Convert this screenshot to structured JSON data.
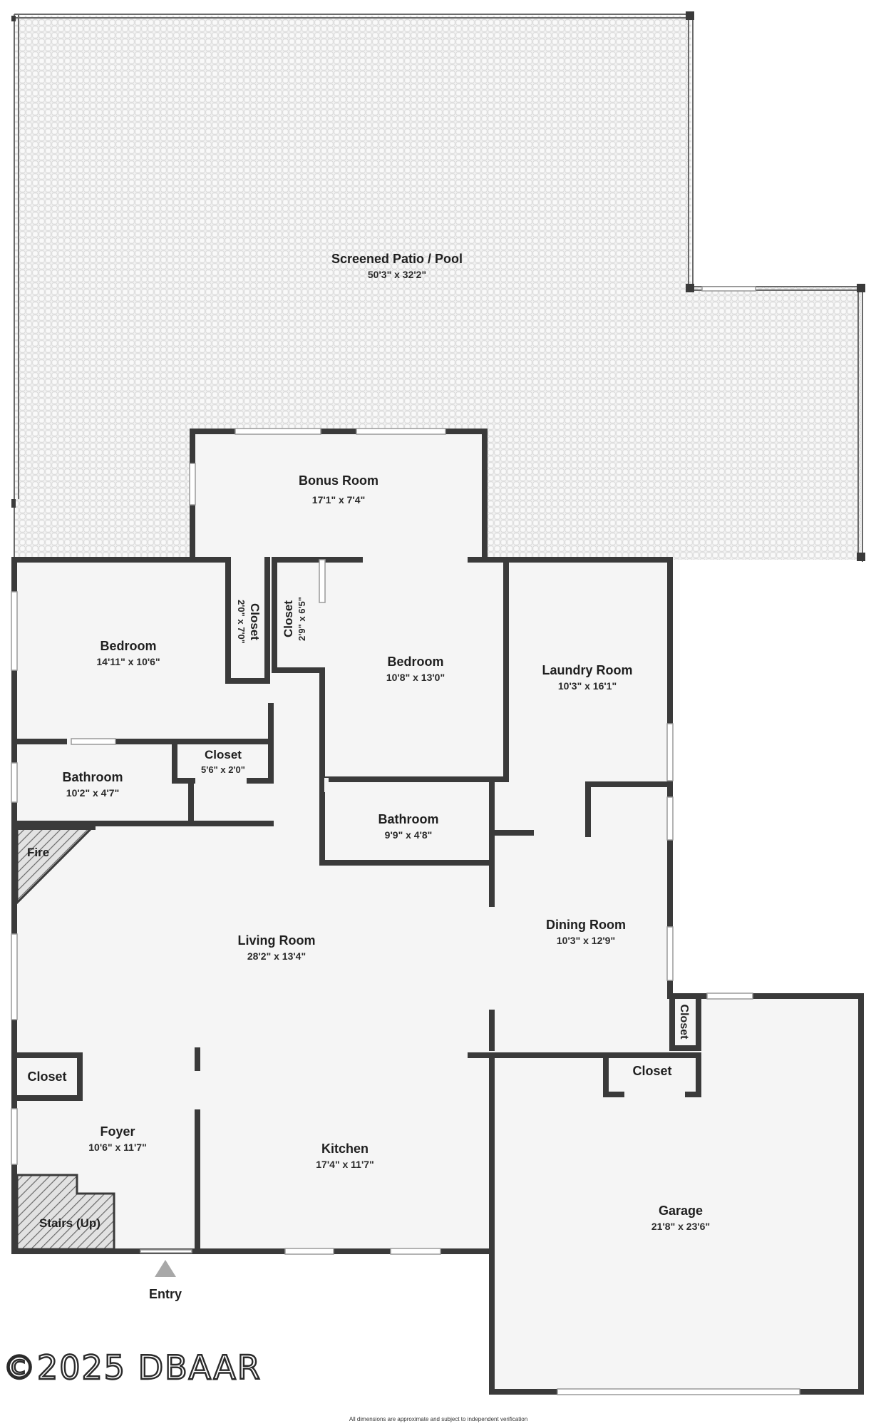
{
  "plan": {
    "rooms": [
      {
        "name": "Screened Patio / Pool",
        "dims": "50'3\" x 32'2\""
      },
      {
        "name": "Bonus Room",
        "dims": "17'1\" x 7'4\""
      },
      {
        "name": "Bedroom",
        "dims": "14'11\" x 10'6\""
      },
      {
        "name": "Closet",
        "dims": "2'0\" x 7'0\""
      },
      {
        "name": "Closet",
        "dims": "2'9\" x 6'5\""
      },
      {
        "name": "Bedroom",
        "dims": "10'8\" x 13'0\""
      },
      {
        "name": "Laundry Room",
        "dims": "10'3\" x 16'1\""
      },
      {
        "name": "Bathroom",
        "dims": "10'2\" x 4'7\""
      },
      {
        "name": "Closet",
        "dims": "5'6\" x 2'0\""
      },
      {
        "name": "Bathroom",
        "dims": "9'9\" x 4'8\""
      },
      {
        "name": "Fire",
        "dims": ""
      },
      {
        "name": "Living Room",
        "dims": "28'2\" x 13'4\""
      },
      {
        "name": "Dining Room",
        "dims": "10'3\" x 12'9\""
      },
      {
        "name": "Closet",
        "dims": ""
      },
      {
        "name": "Closet",
        "dims": ""
      },
      {
        "name": "Closet",
        "dims": ""
      },
      {
        "name": "Foyer",
        "dims": "10'6\" x 11'7\""
      },
      {
        "name": "Kitchen",
        "dims": "17'4\" x 11'7\""
      },
      {
        "name": "Stairs (Up)",
        "dims": ""
      },
      {
        "name": "Garage",
        "dims": "21'8\" x 23'6\""
      }
    ],
    "entry_label": "Entry",
    "copyright": "©2025 DBAAR",
    "footnote": "All dimensions are approximate and subject to independent verification",
    "colors": {
      "wall": "#3a3a3a",
      "floor": "#f5f5f5",
      "patio_tile": "#ebebeb",
      "hatch": "#6a6a6a"
    }
  }
}
